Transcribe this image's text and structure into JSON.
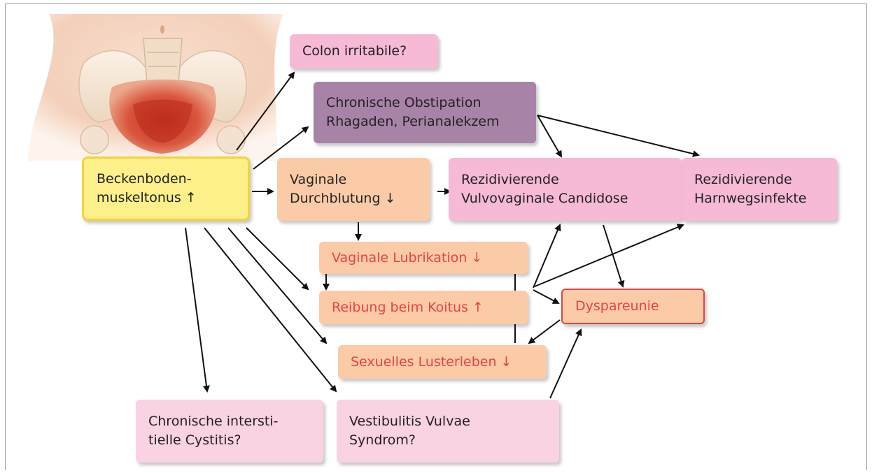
{
  "nodes": {
    "colon": "Colon irritabile?",
    "obstipation": "Chronische Obstipation\nRhagaden, Perianalekzem",
    "beckenboden": "Beckenboden-\nmuskeltonus ↑",
    "durchblutung": "Vaginale\nDurchblutung ↓",
    "candidose": "Rezidivierende\nVulvovaginale Candidose",
    "harnwegsinfekte": "Rezidivierende\nHarnwegsinfekte",
    "lubrikation": "Vaginale Lubrikation ↓",
    "reibung": "Reibung beim Koitus ↑",
    "dyspareunie": "Dyspareunie",
    "lusterleben": "Sexuelles Lusterleben ↓",
    "cystitis": "Chronische intersti-\ntielle Cystitis?",
    "vestibulitis": "Vestibulitis Vulvae\nSyndrom?"
  },
  "colors": {
    "pink": "#f6b9d6",
    "light_pink": "#f9d2e4",
    "purple": "#a883a8",
    "peach": "#fbcba8",
    "yellow": "#fdf08a",
    "red_text": "#e8433e",
    "arrow": "#111111"
  },
  "illustration": "pelvis-anatomy-image"
}
